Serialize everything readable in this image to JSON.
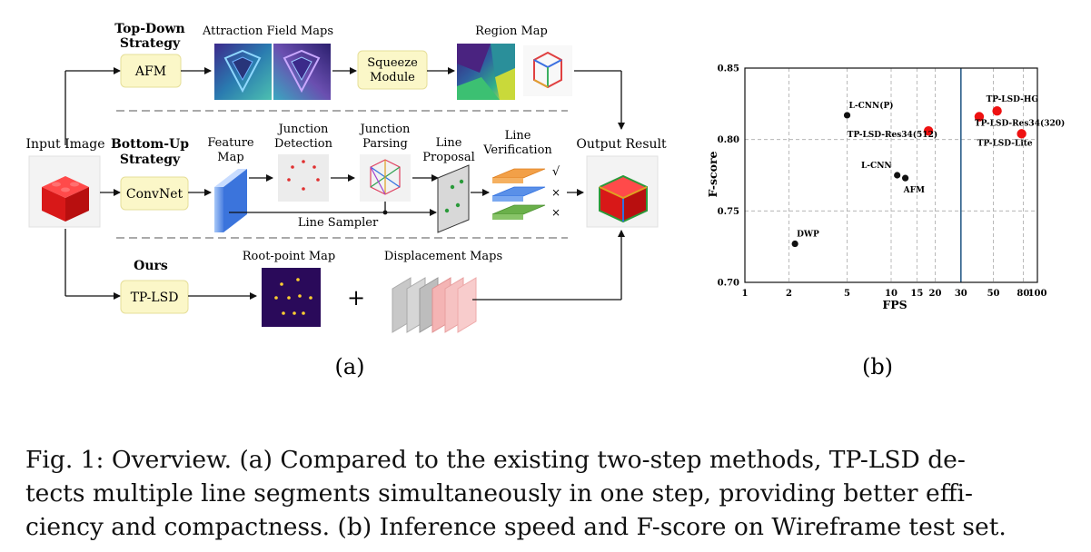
{
  "panel_a": {
    "input_label": "Input Image",
    "output_label": "Output Result",
    "sub_label": "(a)",
    "top_down": {
      "strategy": [
        "Top-Down",
        "Strategy"
      ],
      "method": "AFM",
      "afm_title": "Attraction Field Maps",
      "squeeze": [
        "Squeeze",
        "Module"
      ],
      "region_title": "Region Map"
    },
    "bottom_up": {
      "strategy": [
        "Bottom-Up",
        "Strategy"
      ],
      "method": "ConvNet",
      "feature_map": [
        "Feature",
        "Map"
      ],
      "junction_detection": [
        "Junction",
        "Detection"
      ],
      "junction_parsing": [
        "Junction",
        "Parsing"
      ],
      "line_proposal": [
        "Line",
        "Proposal"
      ],
      "line_verification": [
        "Line",
        "Verification"
      ],
      "line_sampler": "Line Sampler",
      "marks": [
        "√",
        "×",
        "×"
      ]
    },
    "ours": {
      "title": "Ours",
      "method": "TP-LSD",
      "root_title": "Root-point Map",
      "plus": "+",
      "disp_title": "Displacement Maps"
    }
  },
  "panel_b": {
    "sub_label": "(b)"
  },
  "chart_data": {
    "type": "scatter",
    "xlabel": "FPS",
    "ylabel": "F-score",
    "xscale": "log",
    "xlim": [
      1,
      100
    ],
    "ylim": [
      0.7,
      0.85
    ],
    "xticks": [
      1,
      2,
      5,
      10,
      15,
      20,
      30,
      50,
      80,
      100
    ],
    "yticks": [
      0.7,
      0.75,
      0.8,
      0.85
    ],
    "xtick_labels": [
      "1",
      "2",
      "5",
      "10",
      "15",
      "20",
      "30",
      "50",
      "80",
      "100"
    ],
    "ytick_labels": [
      "0.70",
      "0.75",
      "0.80",
      "0.85"
    ],
    "grid": true,
    "reference_line_x": 30,
    "points": [
      {
        "label": "L-CNN(P)",
        "x": 5.0,
        "y": 0.817,
        "group": "other",
        "color": "#111111"
      },
      {
        "label": "L-CNN",
        "x": 11.0,
        "y": 0.775,
        "group": "other",
        "color": "#111111"
      },
      {
        "label": "AFM",
        "x": 12.5,
        "y": 0.773,
        "group": "other",
        "color": "#111111"
      },
      {
        "label": "DWP",
        "x": 2.2,
        "y": 0.727,
        "group": "other",
        "color": "#111111"
      },
      {
        "label": "TP-LSD-Res34(512)",
        "x": 18.0,
        "y": 0.806,
        "group": "ours",
        "color": "#ee1111"
      },
      {
        "label": "TP-LSD-Res34(320)",
        "x": 40.0,
        "y": 0.816,
        "group": "ours",
        "color": "#ee1111"
      },
      {
        "label": "TP-LSD-HG",
        "x": 53.0,
        "y": 0.82,
        "group": "ours",
        "color": "#ee1111"
      },
      {
        "label": "TP-LSD-Lite",
        "x": 78.0,
        "y": 0.804,
        "group": "ours",
        "color": "#ee1111"
      }
    ]
  },
  "caption": {
    "line1": "Fig. 1: Overview. (a) Compared to the existing two-step methods, TP-LSD de-",
    "line2": "tects multiple line segments simultaneously in one step, providing better effi-",
    "line3": "ciency and compactness. (b) Inference speed and F-score on Wireframe test set."
  }
}
